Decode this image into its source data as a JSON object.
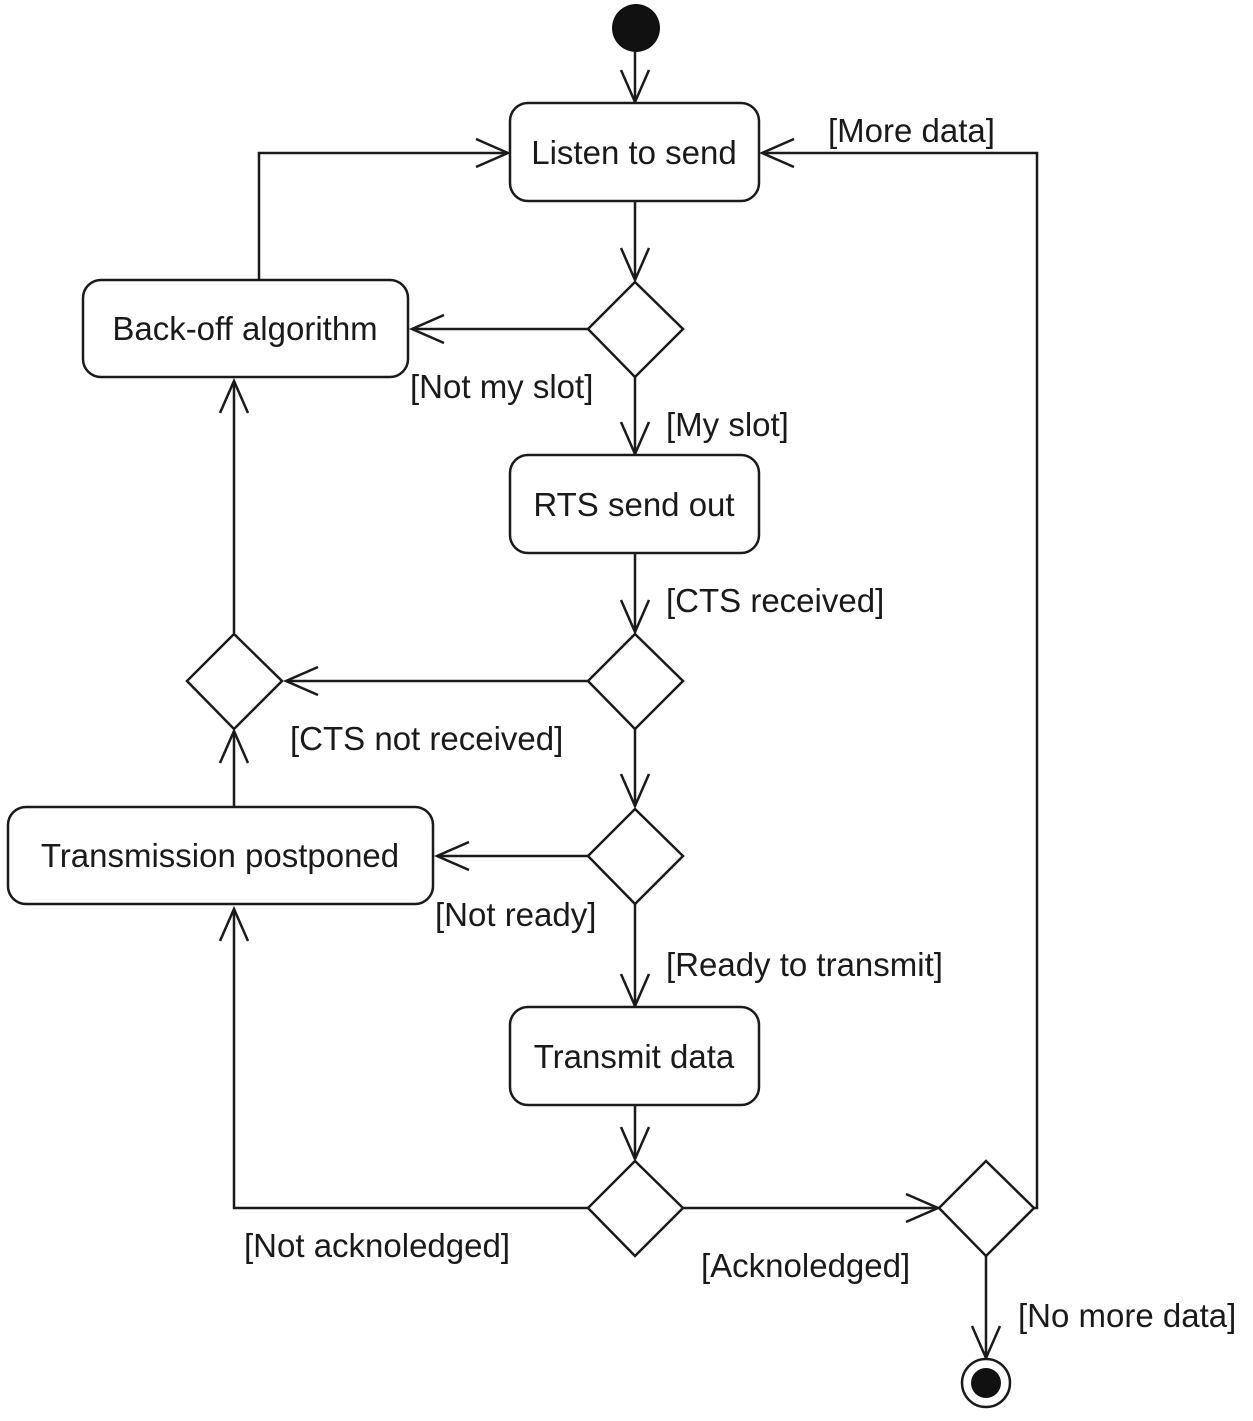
{
  "activities": {
    "listen": "Listen to send",
    "backoff": "Back-off algorithm",
    "rts": "RTS send out",
    "postponed": "Transmission postponed",
    "transmit": "Transmit data"
  },
  "guards": {
    "more_data": "[More data]",
    "not_my_slot": "[Not my slot]",
    "my_slot": "[My slot]",
    "cts_received": "[CTS received]",
    "cts_not_received": "[CTS not received]",
    "not_ready": "[Not ready]",
    "ready_to_transmit": "[Ready to transmit]",
    "not_acknowledged": "[Not acknoledged]",
    "acknowledged": "[Acknoledged]",
    "no_more_data": "[No more data]"
  },
  "colors": {
    "stroke": "#1a1a1a",
    "background": "#ffffff"
  }
}
